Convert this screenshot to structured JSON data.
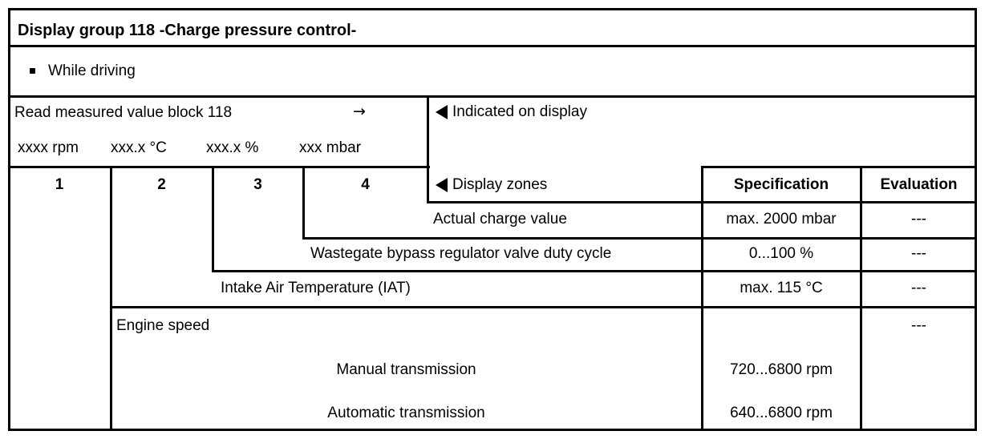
{
  "table": {
    "title": "Display group 118 -Charge pressure control-",
    "condition": "While driving",
    "read_block": {
      "instruction": "Read measured value block 118",
      "arrow": "→",
      "units": [
        "xxxx rpm",
        "xxx.x °C",
        "xxx.x %",
        "xxx mbar"
      ],
      "indicated_label": "Indicated on display"
    },
    "zones_header": {
      "zones": [
        "1",
        "2",
        "3",
        "4"
      ],
      "display_zones_label": "Display zones",
      "specification_label": "Specification",
      "evaluation_label": "Evaluation"
    },
    "rows": [
      {
        "label": "Actual charge value",
        "specification": "max. 2000 mbar",
        "evaluation": "---"
      },
      {
        "label": "Wastegate bypass regulator valve duty cycle",
        "specification": "0...100 %",
        "evaluation": "---"
      },
      {
        "label": "Intake Air Temperature (IAT)",
        "specification": "max. 115 °C",
        "evaluation": "---"
      },
      {
        "label": "Engine speed",
        "evaluation": "---"
      }
    ],
    "sub_rows": [
      {
        "label": "Manual transmission",
        "specification": "720...6800 rpm"
      },
      {
        "label": "Automatic transmission",
        "specification": "640...6800 rpm"
      }
    ]
  }
}
